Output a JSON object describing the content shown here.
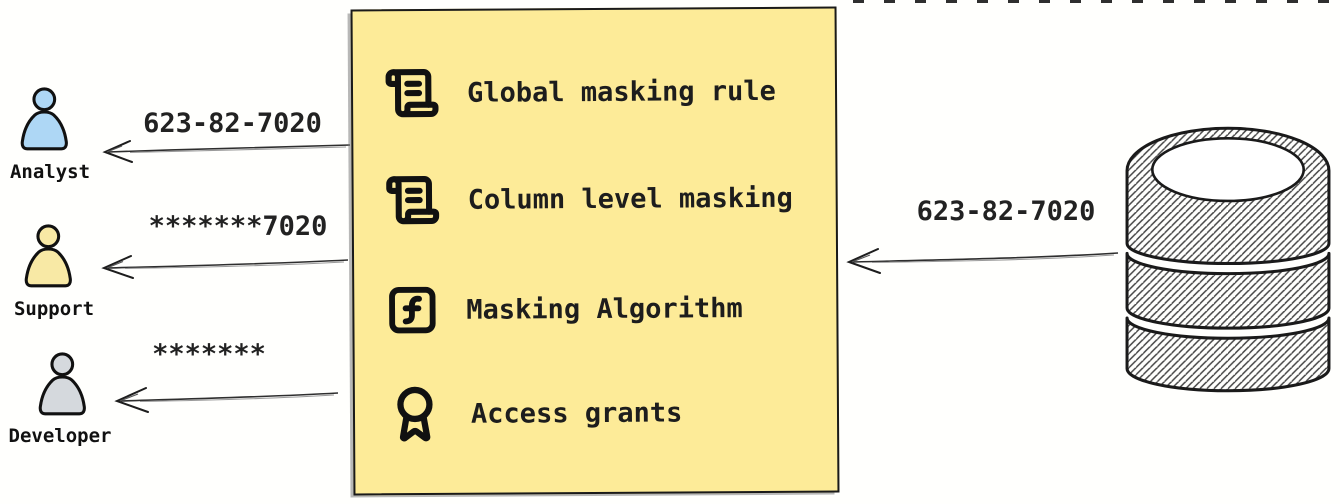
{
  "users": [
    {
      "name": "Analyst",
      "arrow_label": "623-82-7020",
      "color": "#aed7f5",
      "icon": "person-icon"
    },
    {
      "name": "Support",
      "arrow_label": "*******7020",
      "color": "#f8e9a5",
      "icon": "person-icon"
    },
    {
      "name": "Developer",
      "arrow_label": "*******",
      "color": "#d5d9dd",
      "icon": "person-icon"
    }
  ],
  "masking_box": {
    "background": "#fdeb98",
    "border_color": "#1a1a1a",
    "items": [
      {
        "icon": "scroll-text-icon",
        "label": "Global masking rule"
      },
      {
        "icon": "scroll-text-icon",
        "label": "Column level masking"
      },
      {
        "icon": "function-square-icon",
        "label": "Masking Algorithm"
      },
      {
        "icon": "award-icon",
        "label": "Access grants"
      }
    ]
  },
  "database": {
    "icon": "database-icon",
    "arrow_label": "623-82-7020"
  }
}
